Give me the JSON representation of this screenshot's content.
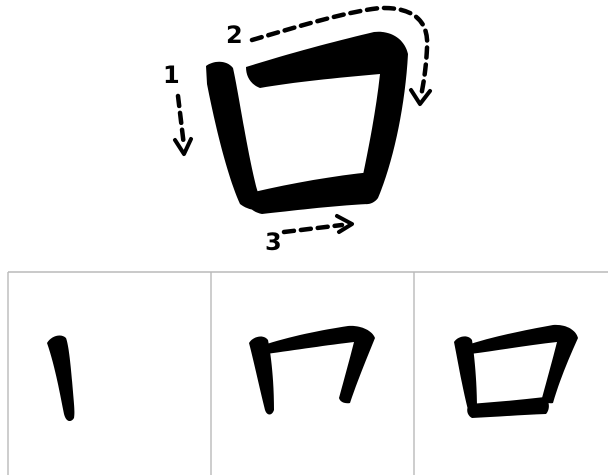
{
  "stroke_order_labels": [
    "1",
    "2",
    "3"
  ],
  "stage_count": 3
}
